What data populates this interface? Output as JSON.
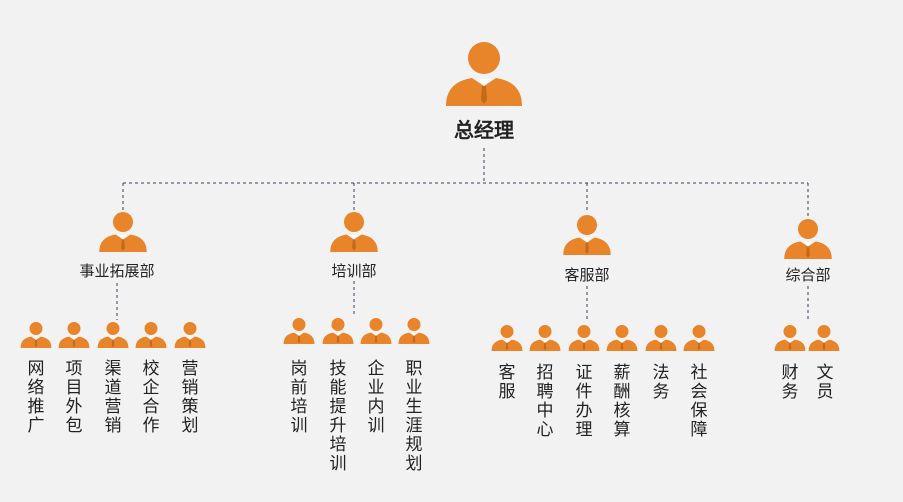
{
  "colors": {
    "person": "#e8842a",
    "line": "#3b3f58",
    "background": "#f2f2f2"
  },
  "icons": {
    "person": "person-icon"
  },
  "ceo": {
    "label": "总经理"
  },
  "departments": [
    {
      "label": "事业拓展部",
      "teams": [
        "网络推广",
        "项目外包",
        "渠道营销",
        "校企合作",
        "营销策划"
      ]
    },
    {
      "label": "培训部",
      "teams": [
        "岗前培训",
        "技能提升培训",
        "企业内训",
        "职业生涯规划"
      ]
    },
    {
      "label": "客服部",
      "teams": [
        "客服",
        "招聘中心",
        "证件办理",
        "薪酬核算",
        "法务",
        "社会保障"
      ]
    },
    {
      "label": "综合部",
      "teams": [
        "财务",
        "文员"
      ]
    }
  ]
}
